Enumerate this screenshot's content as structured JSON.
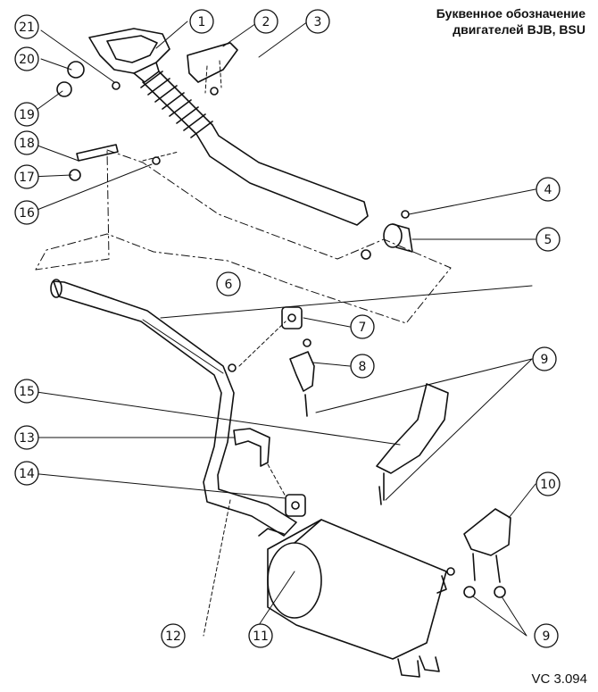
{
  "title": {
    "line1": "Буквенное обозначение",
    "line2": "двигателей BJB, BSU"
  },
  "figure_code": "VC 3.094",
  "callouts": [
    "1",
    "2",
    "3",
    "4",
    "5",
    "6",
    "7",
    "8",
    "9",
    "10",
    "11",
    "12",
    "13",
    "14",
    "15",
    "16",
    "17",
    "18",
    "19",
    "20",
    "21"
  ]
}
